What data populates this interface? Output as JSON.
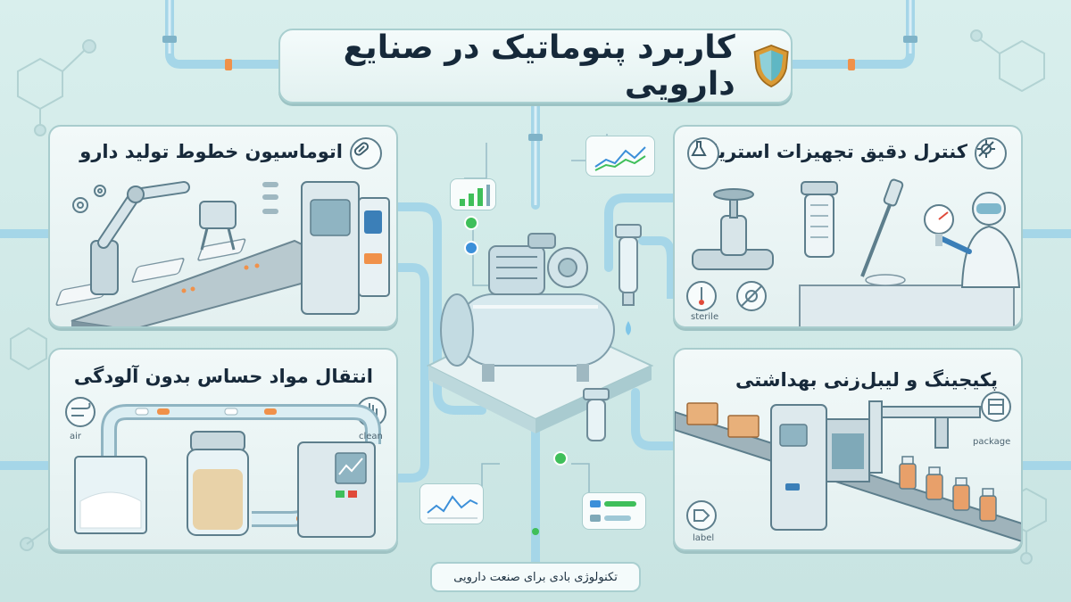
{
  "header": {
    "title": "کاربرد پنوماتیک در صنایع دارویی"
  },
  "panels": {
    "top_left": {
      "title": "اتوماسیون خطوط تولید دارو"
    },
    "top_right": {
      "title": "کنترل دقیق تجهیزات استریل",
      "label_sterile": "sterile"
    },
    "bottom_left": {
      "title": "انتقال مواد حساس بدون آلودگی",
      "label_air": "air",
      "label_clean": "clean"
    },
    "bottom_right": {
      "title": "پکیجینگ و لیبل‌زنی بهداشتی",
      "label_package": "package",
      "label_label": "label"
    }
  },
  "footer": {
    "text": "تکنولوژی بادی برای صنعت دارویی"
  },
  "colors": {
    "background": "#cfe8e6",
    "pipe": "#9fd3e6",
    "accent_green": "#3fbf5a",
    "accent_blue": "#3b8fd9",
    "accent_orange": "#f0914a",
    "shield": "#d99a35"
  }
}
